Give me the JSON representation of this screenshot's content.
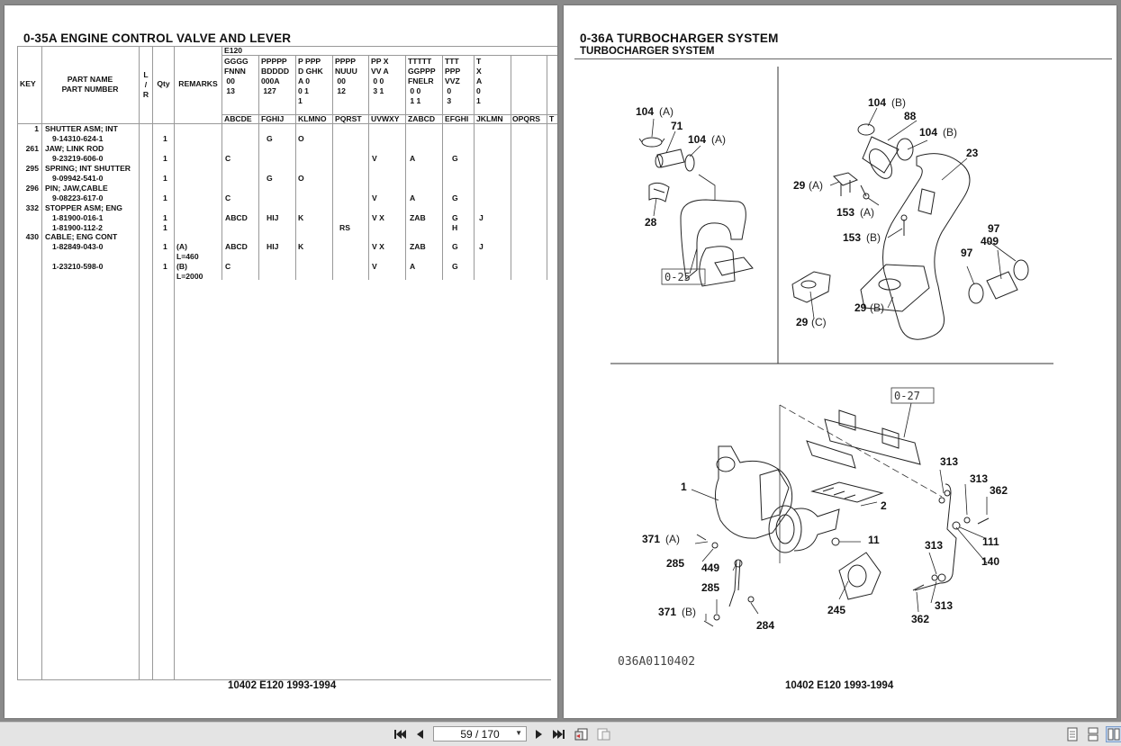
{
  "left_page": {
    "title": "0-35A  ENGINE CONTROL VALVE AND LEVER",
    "footer": "10402 E120 1993-1994",
    "table": {
      "header_key": "KEY",
      "header_part_name": "PART NAME",
      "header_part_number": "PART NUMBER",
      "header_lr": [
        "L",
        "/",
        "R"
      ],
      "header_qty": "Qty",
      "header_remarks": "REMARKS",
      "model": "E120",
      "code_columns": [
        {
          "lines": [
            "GGGG",
            "FNNN",
            " 00",
            " 13"
          ],
          "letters": "ABCDE"
        },
        {
          "lines": [
            "PPPPP",
            "BDDDD",
            "000A",
            " 127"
          ],
          "letters": "FGHIJ"
        },
        {
          "lines": [
            "P PPP",
            "D GHK",
            "A 0",
            "0 1",
            "1"
          ],
          "letters": "KLMNO"
        },
        {
          "lines": [
            "PPPP",
            "NUUU",
            " 00",
            " 12"
          ],
          "letters": "PQRST"
        },
        {
          "lines": [
            "PP X",
            "VV A",
            " 0 0",
            " 3 1"
          ],
          "letters": "UVWXY"
        },
        {
          "lines": [
            "TTTTT",
            "GGPPP",
            "FNELR",
            " 0 0",
            " 1 1"
          ],
          "letters": "ZABCD"
        },
        {
          "lines": [
            "TTT",
            "PPP",
            "VVZ",
            " 0",
            " 3"
          ],
          "letters": "EFGHI"
        },
        {
          "lines": [
            "T",
            "X",
            "A",
            "0",
            "1"
          ],
          "letters": "JKLMN"
        },
        {
          "lines": [],
          "letters": "OPQRS"
        },
        {
          "lines": [],
          "letters": "T"
        }
      ],
      "rows": [
        {
          "key": "1",
          "name": "SHUTTER ASM; INT",
          "number": "9-14310-624-1",
          "qty": "1",
          "remarks": "",
          "codes": [
            "",
            "G",
            "O",
            "",
            "",
            "",
            "",
            "",
            ""
          ]
        },
        {
          "key": "261",
          "name": "JAW; LINK ROD",
          "number": "9-23219-606-0",
          "qty": "1",
          "remarks": "",
          "codes": [
            "C",
            "",
            "",
            "",
            "V",
            "A",
            "G",
            "",
            ""
          ]
        },
        {
          "key": "295",
          "name": "SPRING; INT SHUTTER",
          "number": "9-09942-541-0",
          "qty": "1",
          "remarks": "",
          "codes": [
            "",
            "G",
            "O",
            "",
            "",
            "",
            "",
            "",
            ""
          ]
        },
        {
          "key": "296",
          "name": "PIN; JAW,CABLE",
          "number": "9-08223-617-0",
          "qty": "1",
          "remarks": "",
          "codes": [
            "C",
            "",
            "",
            "",
            "V",
            "A",
            "G",
            "",
            ""
          ]
        },
        {
          "key": "332",
          "name": "STOPPER ASM; ENG",
          "number": "1-81900-016-1",
          "qty": "1",
          "remarks": "",
          "codes": [
            "ABCD",
            "HIJ",
            "K",
            "",
            "V X",
            "ZAB",
            "G",
            "J",
            ""
          ]
        },
        {
          "key": "",
          "name": "",
          "number": "1-81900-112-2",
          "qty": "1",
          "remarks": "",
          "codes": [
            "",
            "",
            "",
            "RS",
            "",
            "",
            "H",
            "",
            ""
          ]
        },
        {
          "key": "430",
          "name": "CABLE; ENG CONT",
          "number": "1-82849-043-0",
          "qty": "1",
          "remarks": "(A)",
          "remarks2": "L=460",
          "codes": [
            "ABCD",
            "HIJ",
            "K",
            "",
            "V X",
            "ZAB",
            "G",
            "J",
            ""
          ]
        },
        {
          "key": "",
          "name": "",
          "number": "1-23210-598-0",
          "qty": "1",
          "remarks": "(B)",
          "remarks2": "L=2000",
          "codes": [
            "C",
            "",
            "",
            "",
            "V",
            "A",
            "G",
            "",
            ""
          ]
        }
      ]
    }
  },
  "right_page": {
    "title": "0-36A  TURBOCHARGER SYSTEM",
    "subtitle": "TURBOCHARGER SYSTEM",
    "footer": "10402 E120 1993-1994",
    "figure_id": "036A0110402",
    "ref_boxes": [
      "0-25",
      "0-27"
    ],
    "callouts": {
      "c104A_1": "104",
      "c104A_1s": "(A)",
      "c71": "71",
      "c104A_2": "104",
      "c104A_2s": "(A)",
      "c28": "28",
      "c104B_1": "104",
      "c104B_1s": "(B)",
      "c88": "88",
      "c104B_2": "104",
      "c104B_2s": "(B)",
      "c23": "23",
      "c29A": "29",
      "c29As": "(A)",
      "c153A": "153",
      "c153As": "(A)",
      "c153B": "153",
      "c153Bs": "(B)",
      "c97_1": "97",
      "c409": "409",
      "c97_2": "97",
      "c29B": "29",
      "c29Bs": "(B)",
      "c29C": "29",
      "c29Cs": "(C)",
      "c313_1": "313",
      "c313_2": "313",
      "c362_1": "362",
      "c1": "1",
      "c2": "2",
      "c111": "111",
      "c371A": "371",
      "c371As": "(A)",
      "c11": "11",
      "c313_3": "313",
      "c285_1": "285",
      "c449": "449",
      "c140": "140",
      "c285_2": "285",
      "c371B": "371",
      "c371Bs": "(B)",
      "c284": "284",
      "c245": "245",
      "c313_4": "313",
      "c362_2": "362"
    }
  },
  "toolbar": {
    "page_indicator": "59 / 170"
  }
}
